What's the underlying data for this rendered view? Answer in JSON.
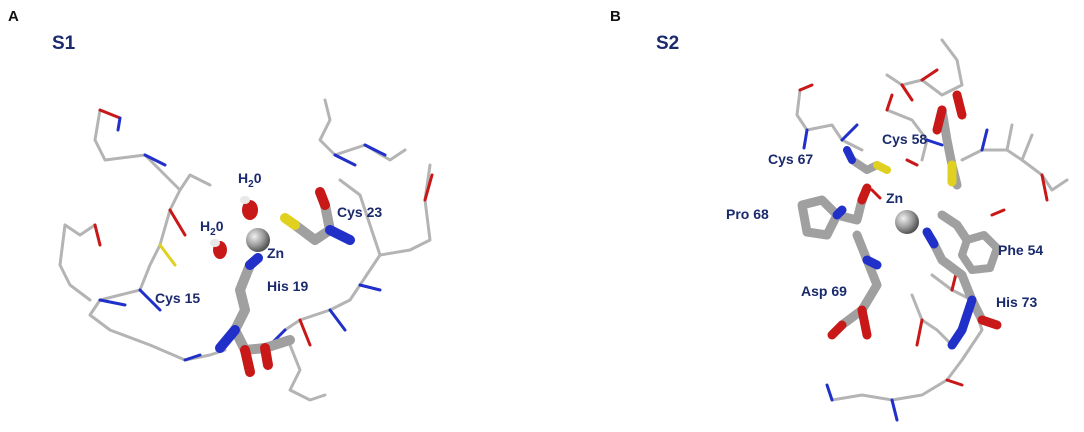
{
  "panel_a": {
    "letter": "A",
    "title": "S1",
    "labels": {
      "h2o_top": "H",
      "h2o_top_sub": "2",
      "h2o_top_tail": "0",
      "h2o_mid": "H",
      "h2o_mid_sub": "2",
      "h2o_mid_tail": "0",
      "zn": "Zn",
      "cys23": "Cys 23",
      "his19": "His 19",
      "cys15": "Cys 15"
    }
  },
  "panel_b": {
    "letter": "B",
    "title": "S2",
    "labels": {
      "cys58": "Cys 58",
      "cys67": "Cys 67",
      "zn": "Zn",
      "pro68": "Pro 68",
      "phe54": "Phe 54",
      "asp69": "Asp 69",
      "his73": "His 73"
    }
  },
  "colors": {
    "carbon": "#b4b4b4",
    "nitrogen": "#2030c8",
    "oxygen": "#c81818",
    "sulfur": "#e0d020",
    "zinc": "#8c8c8c",
    "label": "#1a2a6c"
  }
}
